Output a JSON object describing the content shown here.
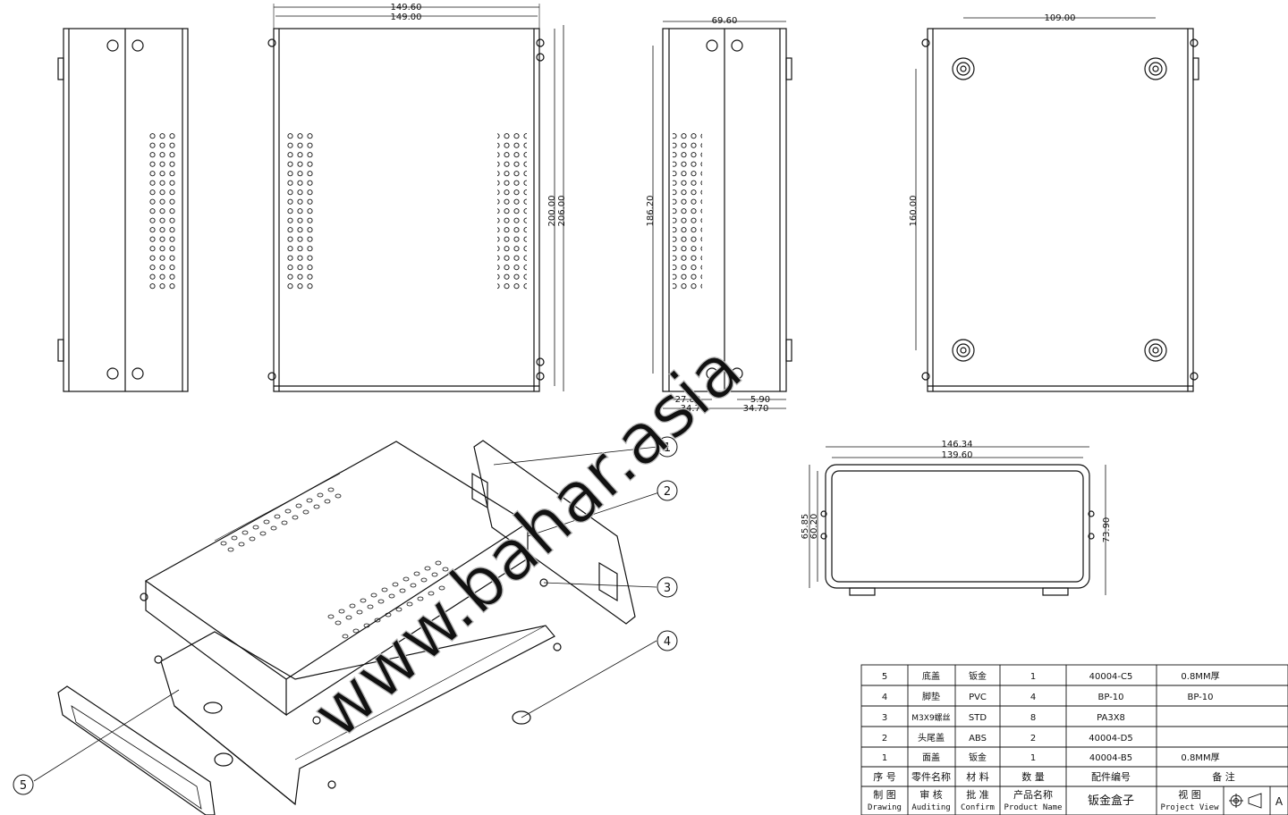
{
  "colors": {
    "line": "#111111",
    "watermark": "#c9c9c9",
    "background": "#ffffff"
  },
  "dimensions": {
    "front_width_outer": "149.60",
    "front_width_inner": "149.00",
    "front_height_inner": "200.00",
    "front_height_outer": "206.00",
    "side_width": "69.60",
    "side_height": "186.20",
    "side_bottom_a": "27.80",
    "side_bottom_b": "34.70",
    "side_bottom_c": "5.90",
    "side_bottom_d": "34.70",
    "bottom_width": "109.00",
    "bottom_height": "160.00",
    "end_width_outer": "146.34",
    "end_width_inner": "139.60",
    "end_height_a": "65.85",
    "end_height_b": "60.20",
    "end_height_total": "73.90"
  },
  "balloons": [
    "1",
    "2",
    "3",
    "4",
    "5"
  ],
  "watermark": "www.bahar.asia",
  "bom": {
    "rows": [
      {
        "no": "5",
        "name": "底盖",
        "material": "钣金",
        "qty": "1",
        "part": "40004-C5",
        "note": "0.8MM厚"
      },
      {
        "no": "4",
        "name": "脚垫",
        "material": "PVC",
        "qty": "4",
        "part": "BP-10",
        "note": "BP-10"
      },
      {
        "no": "3",
        "name": "M3X9螺丝",
        "material": "STD",
        "qty": "8",
        "part": "PA3X8",
        "note": ""
      },
      {
        "no": "2",
        "name": "头尾盖",
        "material": "ABS",
        "qty": "2",
        "part": "40004-D5",
        "note": ""
      },
      {
        "no": "1",
        "name": "面盖",
        "material": "钣金",
        "qty": "1",
        "part": "40004-B5",
        "note": "0.8MM厚"
      }
    ],
    "header": {
      "no": "序 号",
      "name": "零件名称",
      "material": "材 料",
      "qty": "数 量",
      "part": "配件编号",
      "note": "备 注"
    },
    "footer": {
      "drawing_cn": "制 图",
      "drawing_en": "Drawing",
      "auditing_cn": "审 核",
      "auditing_en": "Auditing",
      "confirm_cn": "批 准",
      "confirm_en": "Confirm",
      "product_cn": "产品名称",
      "product_en": "Product Name",
      "product_value": "钣金盒子",
      "view_cn": "视 图",
      "view_en": "Project View",
      "sheet": "A"
    }
  }
}
